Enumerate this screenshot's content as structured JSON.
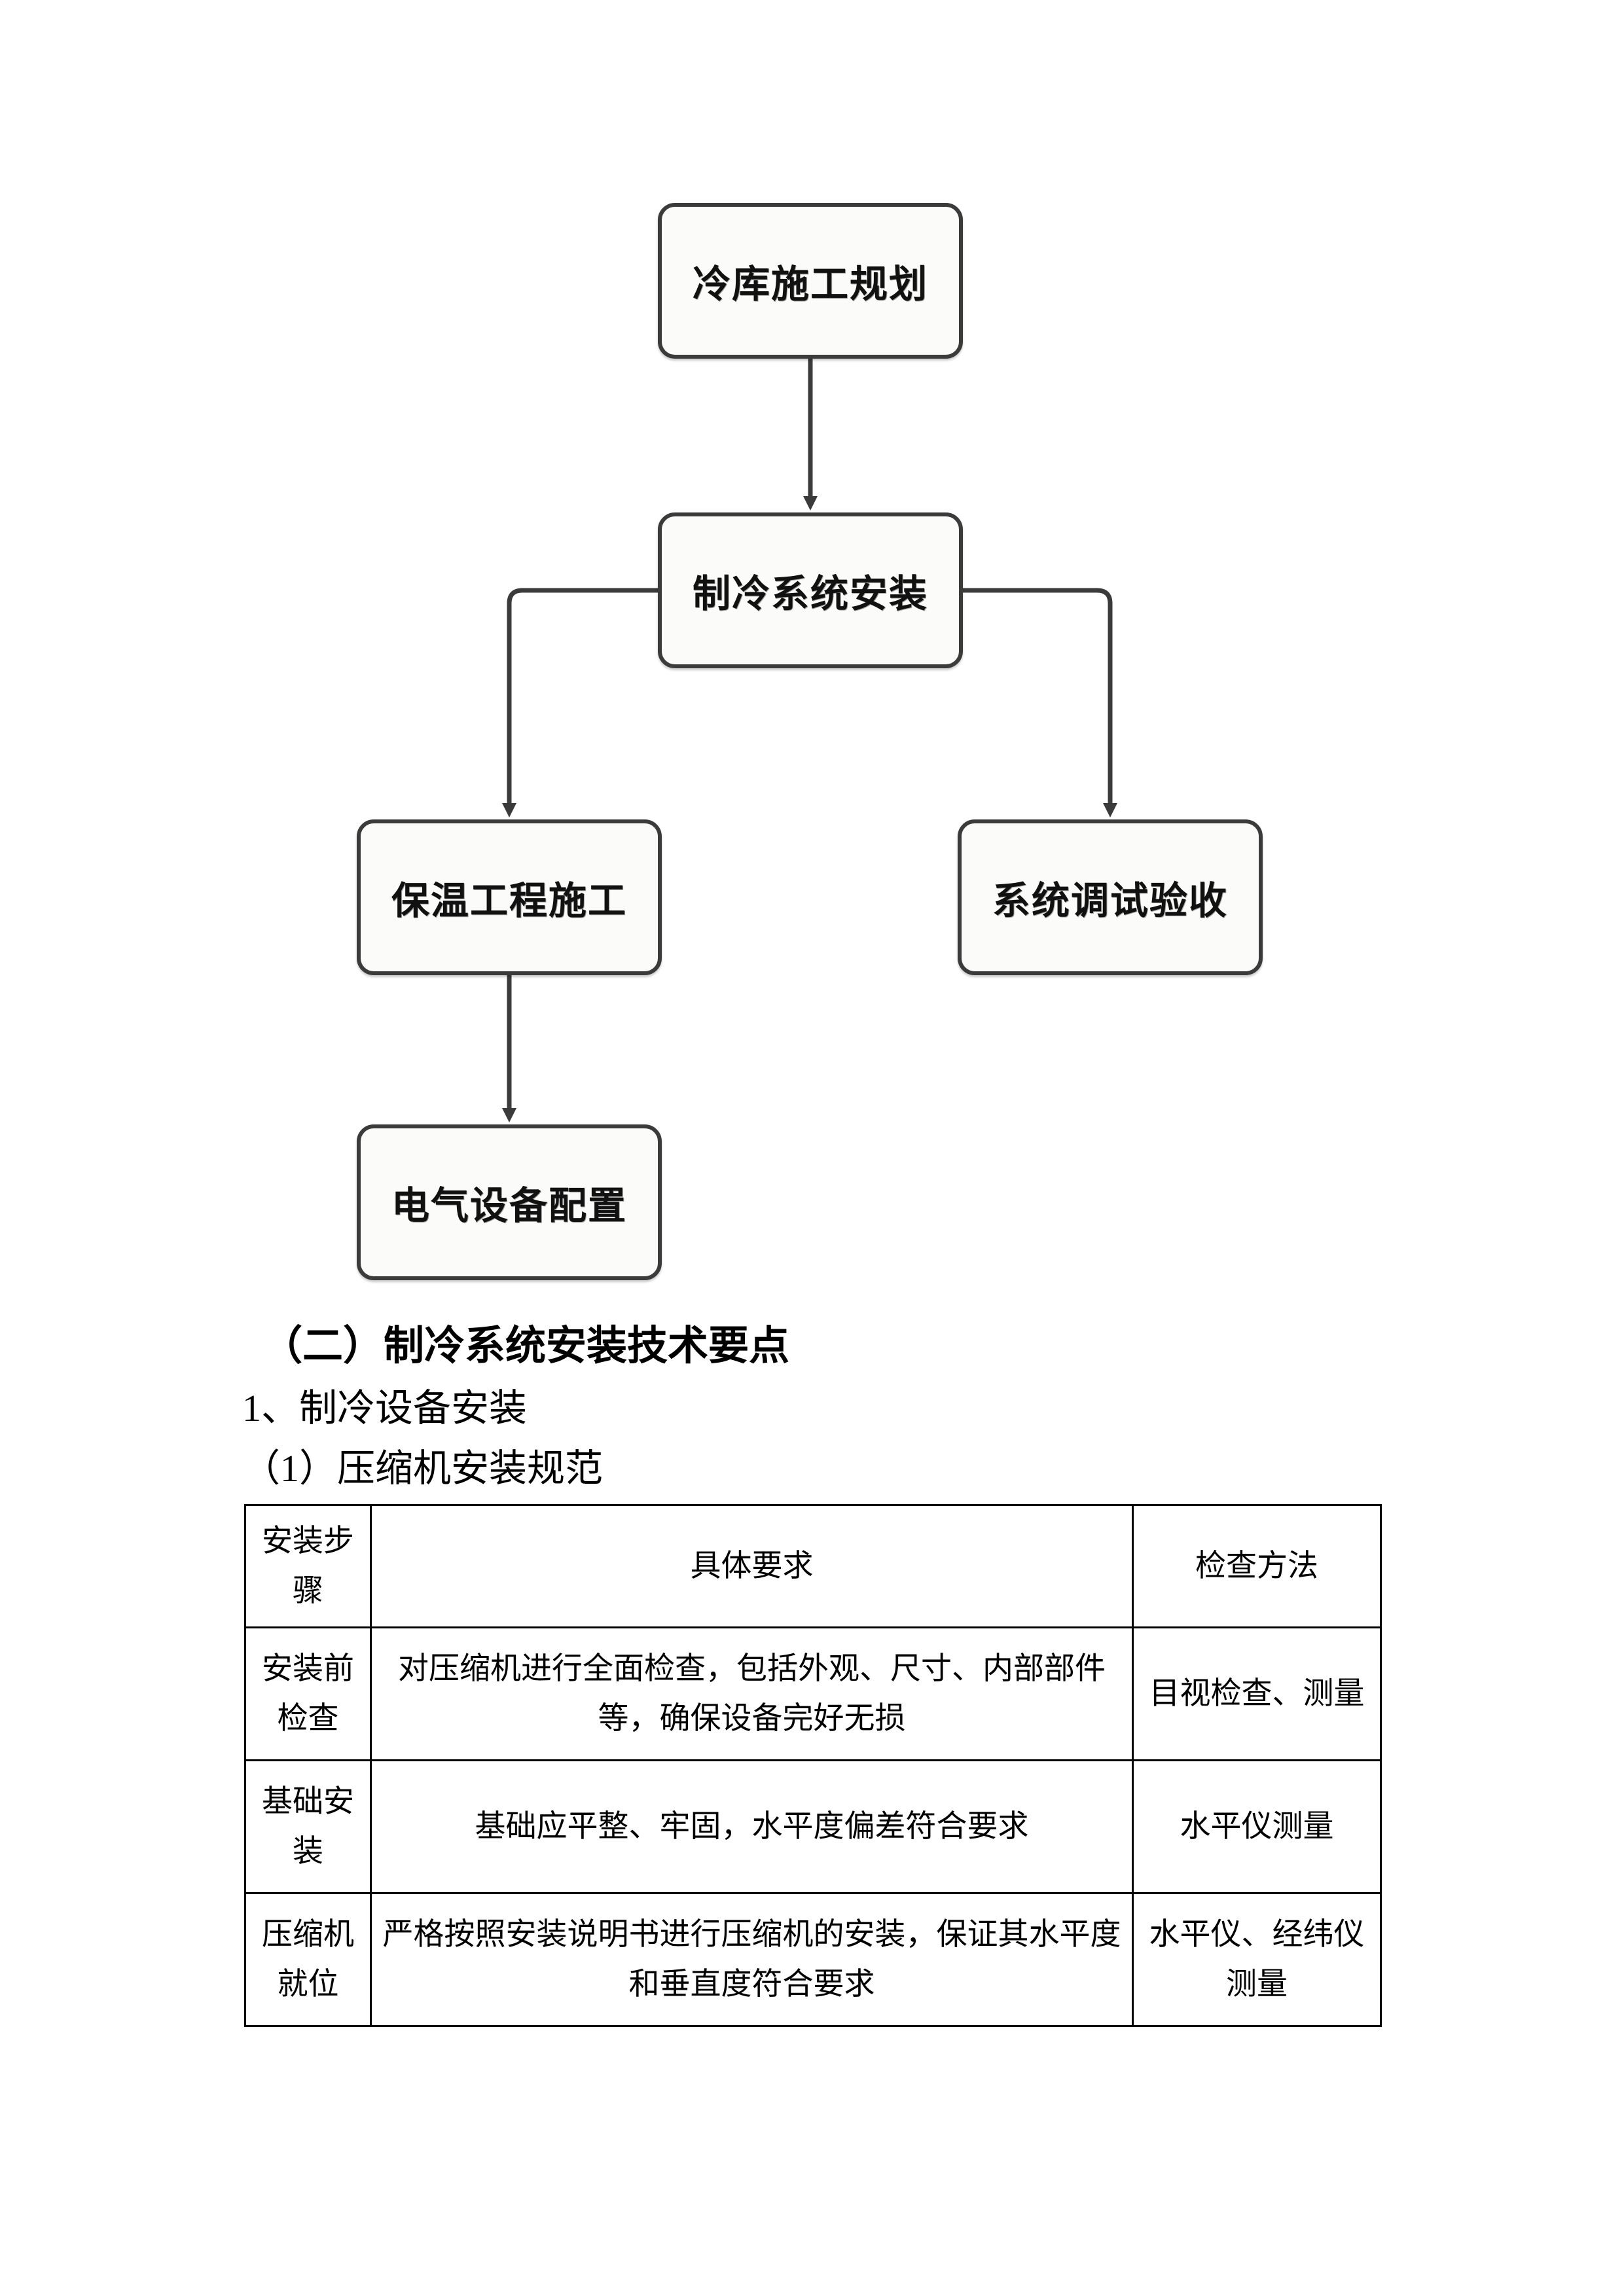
{
  "flowchart": {
    "nodes": [
      {
        "id": "plan",
        "label": "冷库施工规划"
      },
      {
        "id": "refrig",
        "label": "制冷系统安装"
      },
      {
        "id": "insul",
        "label": "保温工程施工"
      },
      {
        "id": "commission",
        "label": "系统调试验收"
      },
      {
        "id": "electric",
        "label": "电气设备配置"
      }
    ],
    "edges": [
      {
        "from": "plan",
        "to": "refrig",
        "style": "straight-down"
      },
      {
        "from": "refrig",
        "to": "insul",
        "style": "elbow-left"
      },
      {
        "from": "refrig",
        "to": "commission",
        "style": "elbow-right"
      },
      {
        "from": "insul",
        "to": "electric",
        "style": "straight-down"
      }
    ],
    "node_border_color": "#3b3b3b",
    "node_fill_color": "#fbfbf9",
    "connector_color": "#3b3b3b"
  },
  "body": {
    "section_heading": "（二）制冷系统安装技术要点",
    "item_heading": "1、制冷设备安装",
    "subitem_heading": "（1）压缩机安装规范"
  },
  "table": {
    "headers": [
      "安装步骤",
      "具体要求",
      "检查方法"
    ],
    "rows": [
      {
        "step": "安装前检查",
        "requirement": "对压缩机进行全面检查，包括外观、尺寸、内部部件等，确保设备完好无损",
        "check": "目视检查、测量"
      },
      {
        "step": "基础安装",
        "requirement": "基础应平整、牢固，水平度偏差符合要求",
        "check": "水平仪测量"
      },
      {
        "step": "压缩机就位",
        "requirement": "严格按照安装说明书进行压缩机的安装，保证其水平度和垂直度符合要求",
        "check": "水平仪、经纬仪测量"
      }
    ]
  }
}
